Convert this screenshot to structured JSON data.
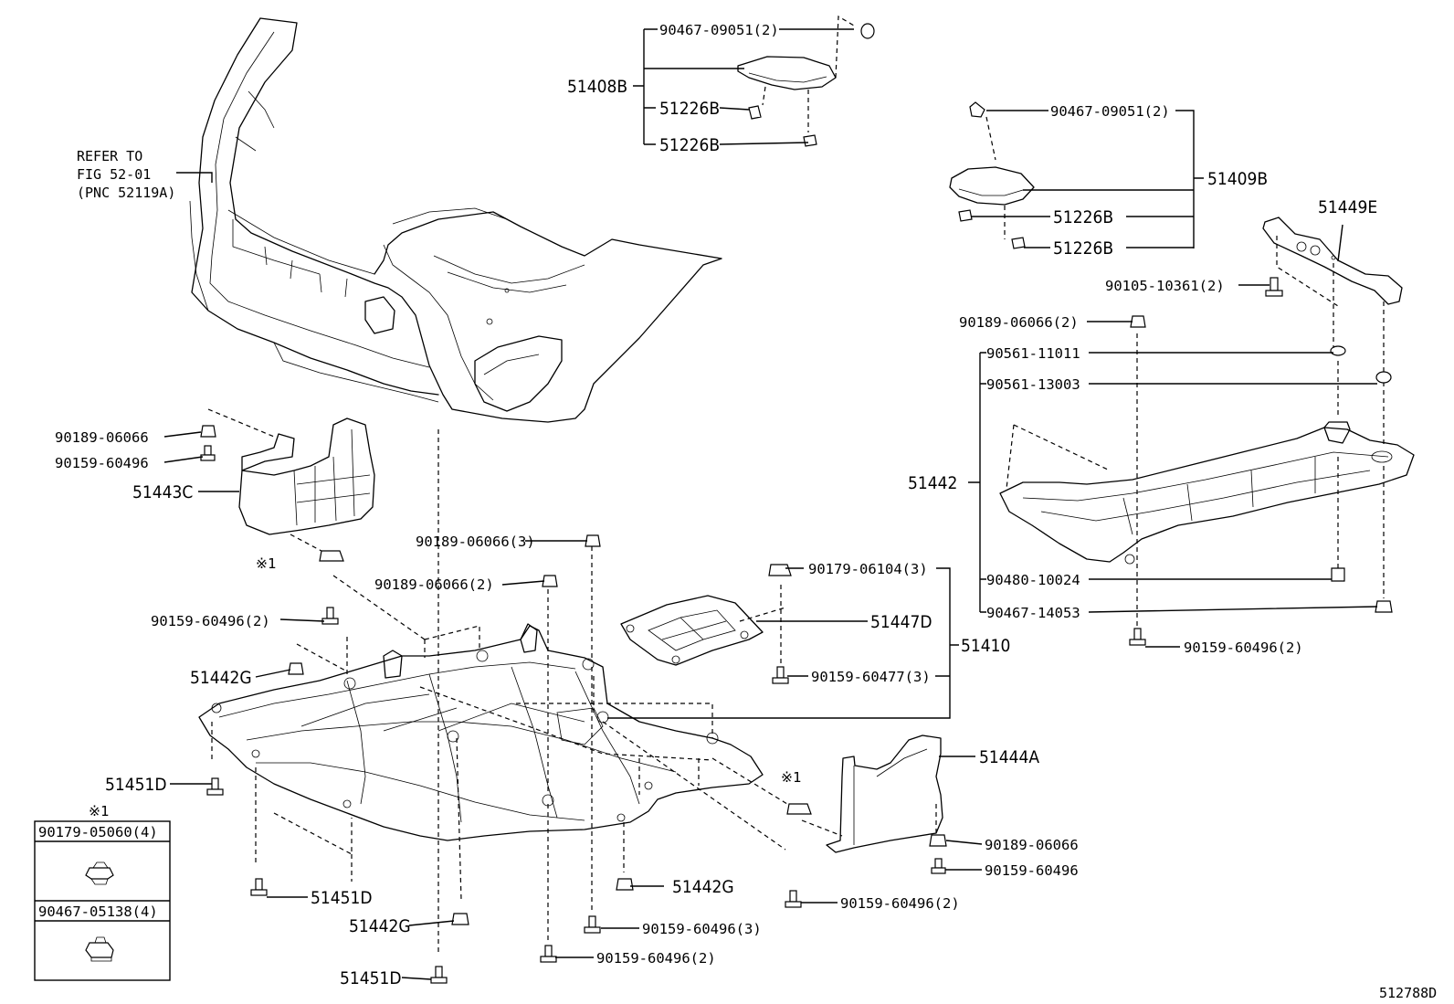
{
  "diagram_id": "512788D",
  "reference_note": [
    "REFER TO",
    "FIG 52-01",
    "(PNC 52119A)"
  ],
  "parts": {
    "p51408B": "51408B",
    "p51409B": "51409B",
    "p51226B": "51226B",
    "p51449E": "51449E",
    "p51442": "51442",
    "p51443C": "51443C",
    "p51447D": "51447D",
    "p51410": "51410",
    "p51442G": "51442G",
    "p51444A": "51444A",
    "p51451D": "51451D"
  },
  "fasteners": {
    "f90467_09051_2": "90467-09051(2)",
    "f90105_10361_2": "90105-10361(2)",
    "f90189_06066_2": "90189-06066(2)",
    "f90189_06066_3": "90189-06066(3)",
    "f90189_06066": "90189-06066",
    "f90561_11011": "90561-11011",
    "f90561_13003": "90561-13003",
    "f90480_10024": "90480-10024",
    "f90467_14053": "90467-14053",
    "f90159_60496": "90159-60496",
    "f90159_60496_2": "90159-60496(2)",
    "f90159_60496_3": "90159-60496(3)",
    "f90179_06104_3": "90179-06104(3)",
    "f90159_60477_3": "90159-60477(3)"
  },
  "note_mark": "※1",
  "legend": {
    "mark": "※1",
    "rows": [
      {
        "part": "90179-05060(4)",
        "icon": "speed-nut-icon"
      },
      {
        "part": "90467-05138(4)",
        "icon": "clip-nut-icon"
      }
    ]
  }
}
